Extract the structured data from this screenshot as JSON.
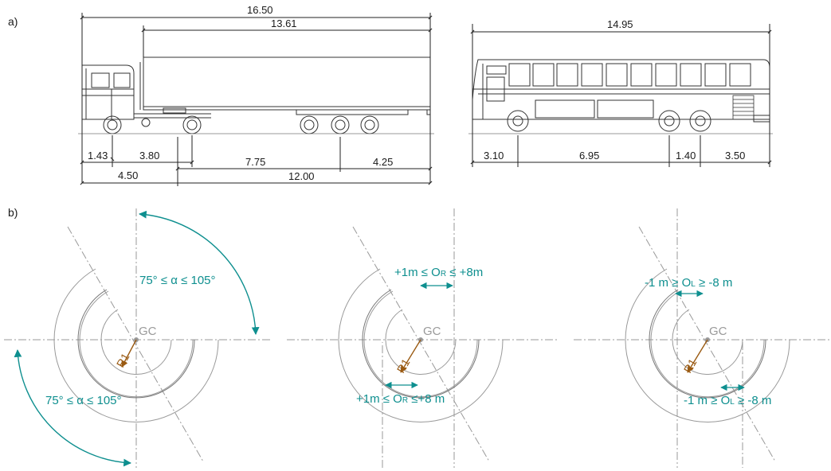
{
  "panel_a": {
    "label": "a)",
    "truck": {
      "overall": "16.50",
      "trailer": "13.61",
      "d1": "1.43",
      "d2": "3.80",
      "d3": "4.50",
      "d4": "7.75",
      "d5": "4.25",
      "d6": "12.00"
    },
    "bus": {
      "overall": "14.95",
      "d1": "3.10",
      "d2": "6.95",
      "d3": "1.40",
      "d4": "3.50"
    }
  },
  "panel_b": {
    "label": "b)",
    "gc_label": "GC",
    "r1_label": "R1",
    "left": {
      "top_text": "75° ≤ α ≤ 105°",
      "bottom_text": "75° ≤ α ≤ 105°"
    },
    "middle": {
      "top_text": "+1m ≤ O",
      "top_sub": "R",
      "top_tail": " ≤ +8m",
      "bottom_text": "+1m ≤ O",
      "bottom_sub": "R",
      "bottom_tail": " ≤+8 m"
    },
    "right": {
      "top_text": "-1 m ≥ O",
      "top_sub": "L",
      "top_tail": " ≥ -8 m",
      "bottom_text": "-1 m ≥ O",
      "bottom_sub": "L",
      "bottom_tail": " ≥ -8 m"
    }
  },
  "colors": {
    "teal": "#0e8f8f",
    "brown": "#9a5a12",
    "gray": "#9a9a9a"
  }
}
